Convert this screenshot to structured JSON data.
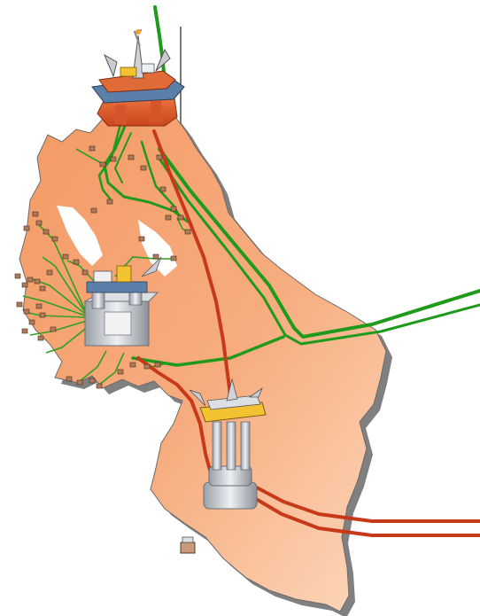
{
  "diagram": {
    "type": "offshore-field-layout",
    "colors": {
      "field_fill": "#f6a878",
      "field_fill_light": "#fbd2b4",
      "field_shadow": "#4a4a4a",
      "gas_pipeline": "#1f9a1a",
      "oil_pipeline": "#c8391a",
      "platform_deck": "#e8612e",
      "platform_steel": "#c9ccd2",
      "platform_accent": "#f2c230",
      "wellhead": "#b07a5a"
    },
    "elements": {
      "field_outline": "reservoir-field-outline",
      "platforms": [
        "semi-submersible-platform-north",
        "gravity-base-platform-west",
        "concrete-gbs-platform-south"
      ],
      "template": "subsea-template-south"
    },
    "pipelines": [
      {
        "name": "export-pipeline-north",
        "kind": "gas"
      },
      {
        "name": "export-pipeline-east-upper",
        "kind": "gas"
      },
      {
        "name": "export-pipeline-east-lower",
        "kind": "gas"
      },
      {
        "name": "export-pipeline-south-upper",
        "kind": "oil"
      },
      {
        "name": "export-pipeline-south-lower",
        "kind": "oil"
      },
      {
        "name": "infield-oil-line-north-south",
        "kind": "oil"
      },
      {
        "name": "infield-oil-line-west-south",
        "kind": "oil"
      }
    ]
  }
}
